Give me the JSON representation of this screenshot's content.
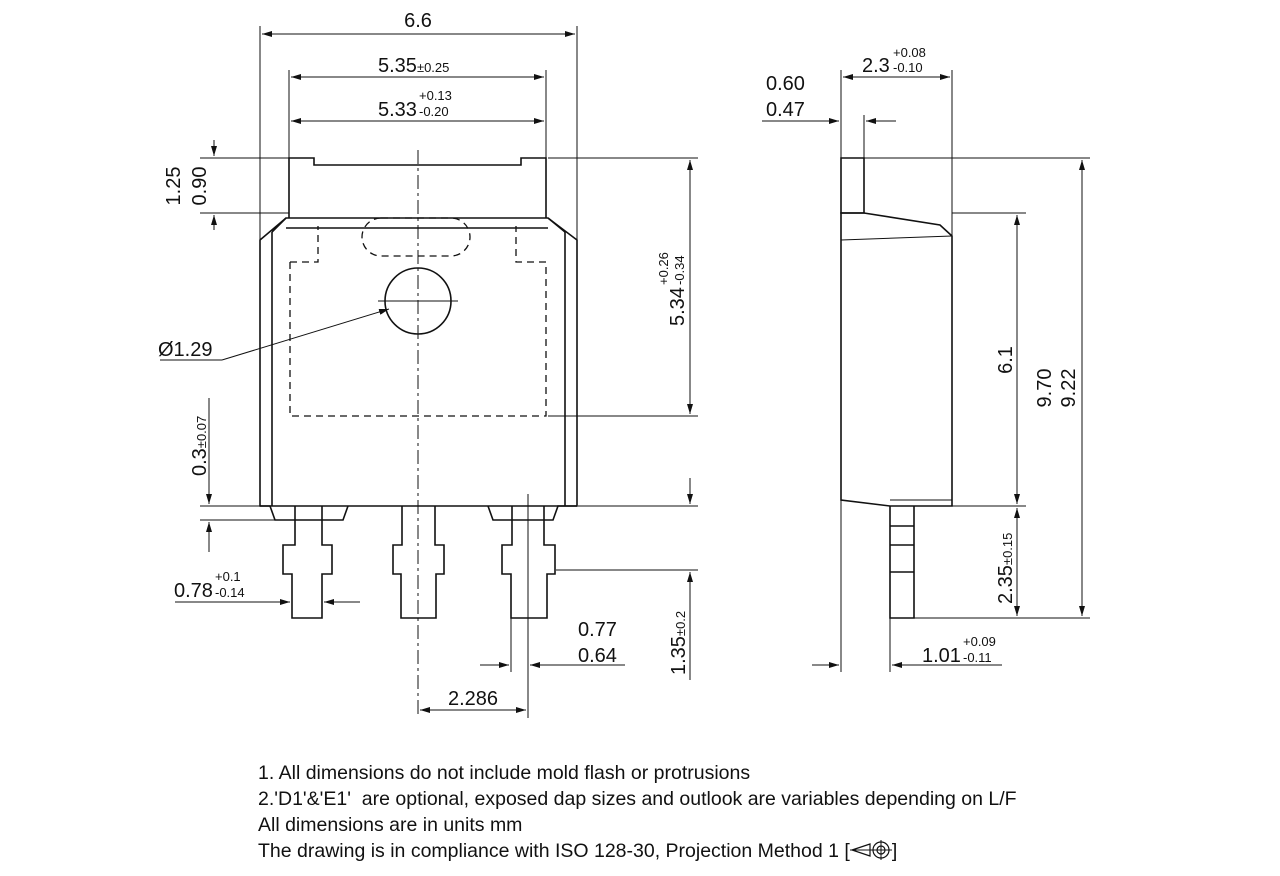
{
  "dims": {
    "overall_width": "6.6",
    "body_width": "5.35",
    "body_width_tol": "±0.25",
    "tab_width": "5.33",
    "tab_width_tol_plus": "+0.13",
    "tab_width_tol_minus": "-0.20",
    "notch_outer": "1.25",
    "notch_inner": "0.90",
    "hole_dia": "Ø1.29",
    "pad_height": "5.34",
    "pad_height_tol_plus": "+0.26",
    "pad_height_tol_minus": "-0.34",
    "standoff": "0.3",
    "standoff_tol": "±0.07",
    "lead_width": "0.78",
    "lead_width_tol_plus": "+0.1",
    "lead_width_tol_minus": "-0.14",
    "lead_tip_max": "0.77",
    "lead_tip_min": "0.64",
    "lead_pitch": "2.286",
    "lead_length": "1.35",
    "lead_length_tol": "±0.2",
    "side_thickness": "2.3",
    "side_thickness_tol_plus": "+0.08",
    "side_thickness_tol_minus": "-0.10",
    "tab_thk_max": "0.60",
    "tab_thk_min": "0.47",
    "side_body_height": "6.1",
    "total_height_max": "9.70",
    "total_height_min": "9.22",
    "side_lead_length": "2.35",
    "side_lead_length_tol": "±0.15",
    "side_lead_offset": "1.01",
    "side_lead_offset_tol_plus": "+0.09",
    "side_lead_offset_tol_minus": "-0.11"
  },
  "notes": {
    "line1": "1. All dimensions do not include mold flash or protrusions",
    "line2": "2.'D1'&'E1'  are optional, exposed dap sizes and outlook are variables depending on L/F",
    "line3": "All dimensions are in units mm",
    "line4_prefix": "The drawing is in compliance with ISO 128-30, Projection Method 1 [",
    "line4_suffix": "]"
  }
}
